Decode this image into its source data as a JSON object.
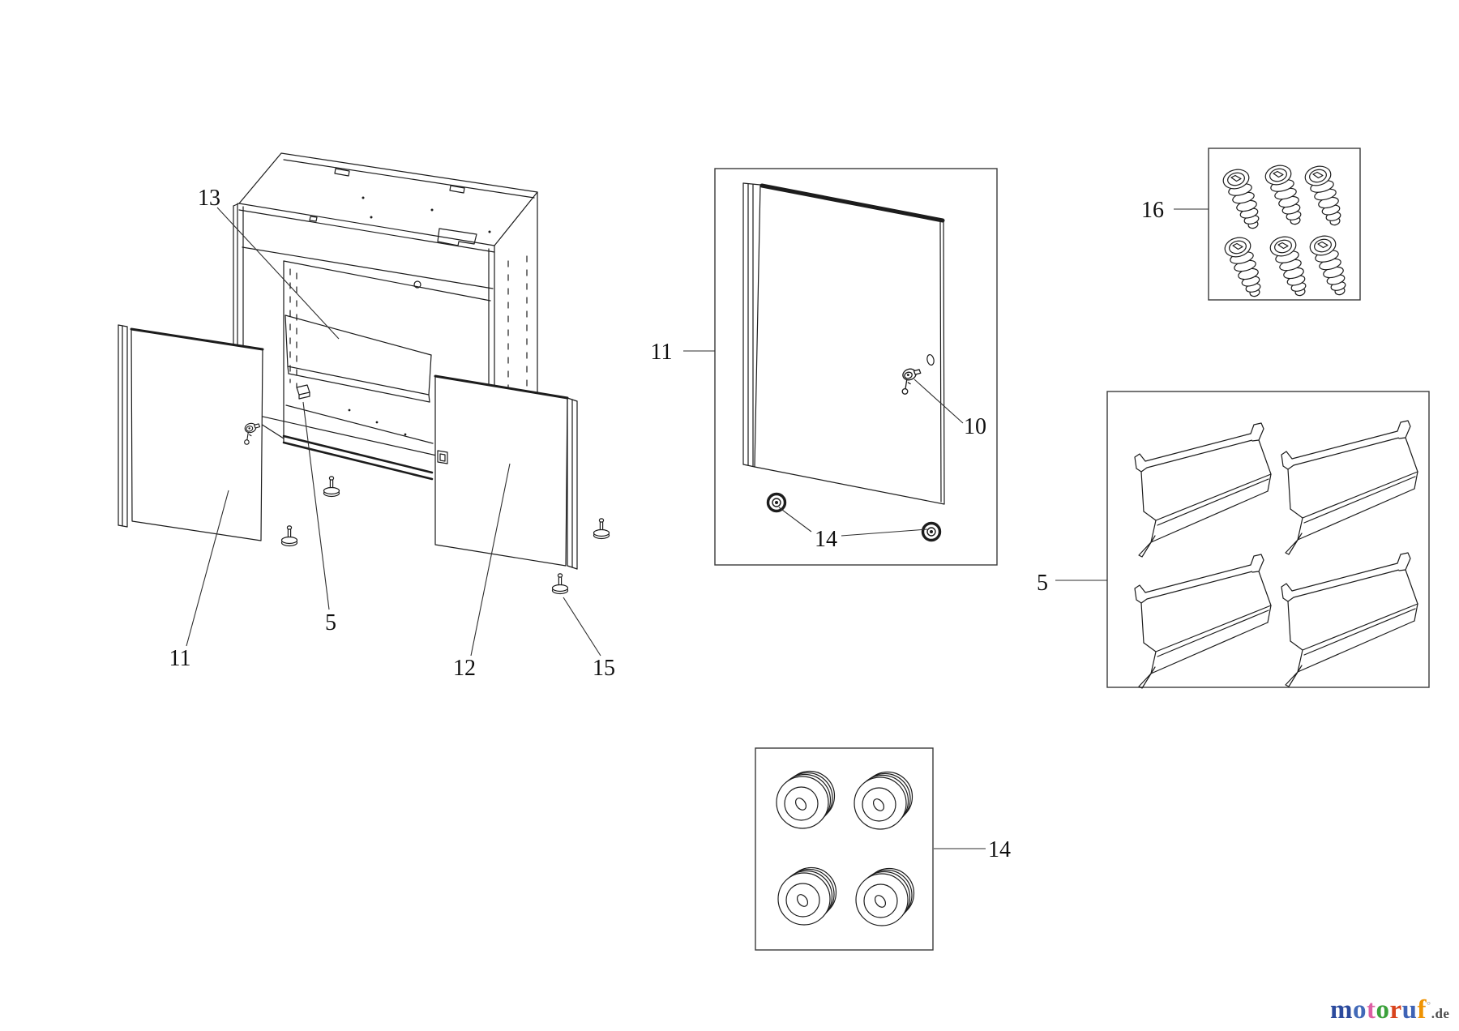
{
  "diagram": {
    "type": "exploded-parts-diagram",
    "subject": "wall cabinet with two lockable doors, shelf, mounting hardware",
    "part_labels": [
      {
        "text": "13",
        "points_to": "shelf"
      },
      {
        "text": "11",
        "points_to": "left-door"
      },
      {
        "text": "5",
        "points_to": "wall-bracket-clip"
      },
      {
        "text": "12",
        "points_to": "right-door"
      },
      {
        "text": "15",
        "points_to": "leveling-foot"
      },
      {
        "text": "11",
        "points_to": "door-detail-box"
      },
      {
        "text": "10",
        "points_to": "lock-cylinder"
      },
      {
        "text": "14",
        "points_to": "door-grommets"
      },
      {
        "text": "16",
        "points_to": "screws-box"
      },
      {
        "text": "5",
        "points_to": "brackets-box"
      },
      {
        "text": "14",
        "points_to": "grommets-box"
      }
    ]
  },
  "watermark": {
    "brand_letters": [
      {
        "ch": "m",
        "color": "#2b4a9d"
      },
      {
        "ch": "o",
        "color": "#4169b8"
      },
      {
        "ch": "t",
        "color": "#dd5fa3"
      },
      {
        "ch": "o",
        "color": "#3ba13b"
      },
      {
        "ch": "r",
        "color": "#d8441d"
      },
      {
        "ch": "u",
        "color": "#3e63b6"
      },
      {
        "ch": "f",
        "color": "#ef9303"
      }
    ],
    "registered_mark": "°",
    "registered_mark_color": "#a8a8a8",
    "suffix": ".de",
    "suffix_color": "#4d4d4d"
  }
}
